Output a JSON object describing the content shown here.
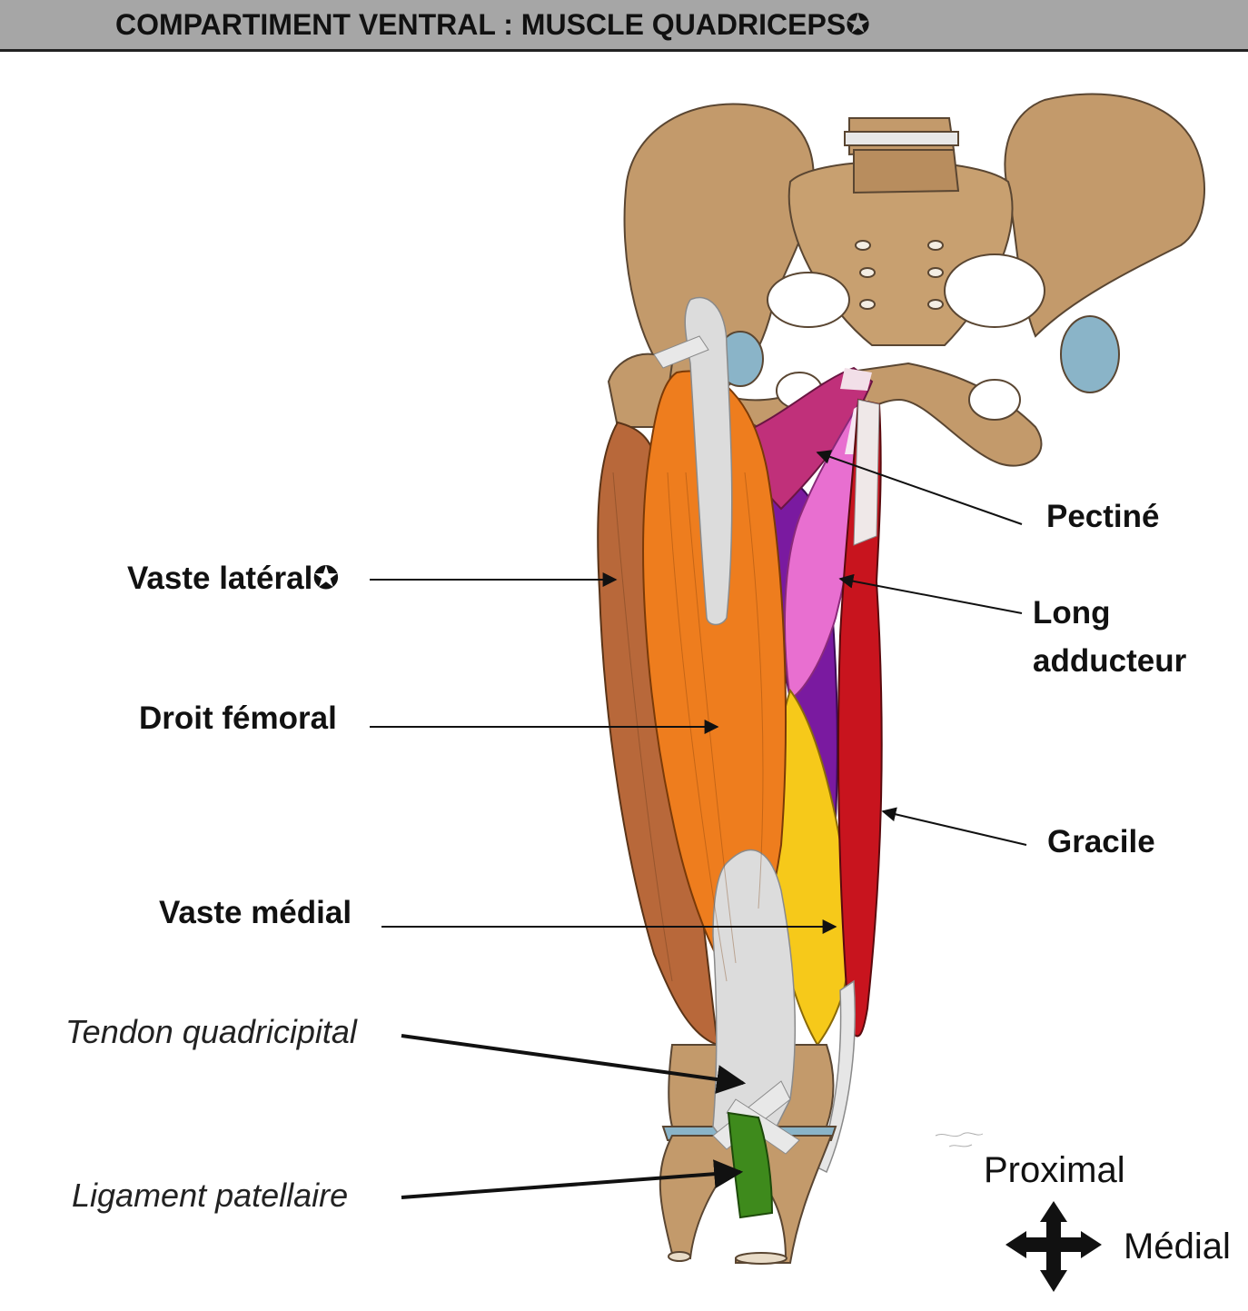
{
  "header": {
    "title": "COMPARTIMENT VENTRAL : MUSCLE QUADRICEPS✪"
  },
  "labels": {
    "vaste_lateral": "Vaste latéral✪",
    "droit_femoral": "Droit fémoral",
    "vaste_medial": "Vaste médial",
    "tendon_quadricipital": "Tendon quadricipital",
    "ligament_patellaire": "Ligament patellaire",
    "pectine": "Pectiné",
    "long_adducteur_line1": "Long",
    "long_adducteur_line2": "adducteur",
    "gracile": "Gracile"
  },
  "orientation": {
    "proximal": "Proximal",
    "medial": "Médial"
  },
  "colors": {
    "bone": "#c39a6b",
    "bone_outline": "#5a4632",
    "vaste_lateral": "#b8683a",
    "droit_femoral": "#ee7d1e",
    "vaste_medial": "#f6c91a",
    "pectine": "#c0307a",
    "long_adducteur": "#e86fd0",
    "adducteur_deep": "#7a1aa0",
    "gracile": "#c8141e",
    "tendon": "#dcdcdc",
    "ligament_patellaire": "#3e8a1c",
    "cartilage": "#8ab4c8"
  }
}
